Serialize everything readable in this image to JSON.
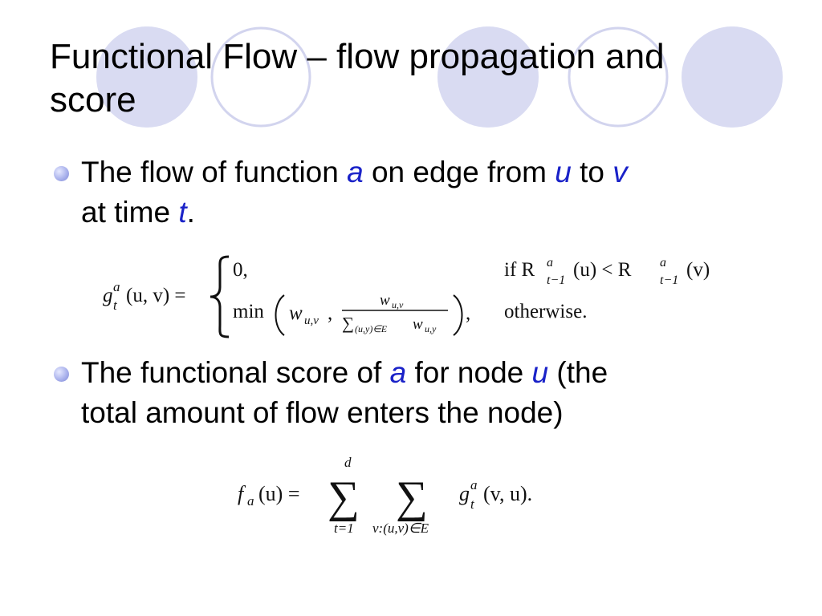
{
  "slide": {
    "title_line1": "Functional Flow – flow propagation and",
    "title_line2": "score"
  },
  "bullet1": {
    "t1": "The flow of function ",
    "a": "a",
    "t2": " on edge from ",
    "u": "u",
    "t3": " to ",
    "v": "v",
    "t4": "at time ",
    "t": "t",
    "t5": "."
  },
  "formula1": {
    "lhs_g": "g",
    "lhs_sup": "a",
    "lhs_sub": "t",
    "lhs_args": "(u, v) =",
    "case1_value": "0,",
    "case1_if": "if R",
    "case1_sup_a": "a",
    "case1_sub": "t−1",
    "case1_mid": "(u) < R",
    "case1_sup_b": "a",
    "case1_sub_b": "t−1",
    "case1_end": "(v)",
    "case2_min": "min",
    "case2_w1": "w",
    "case2_w1_sub": "u,v",
    "case2_comma": ",",
    "case2_num": "w",
    "case2_num_sub": "u,v",
    "case2_den_sum": "∑",
    "case2_den_sub": "(u,y)∈E",
    "case2_den_w": "w",
    "case2_den_w_sub": "u,y",
    "case2_trail": ",",
    "case2_otherwise": "otherwise."
  },
  "bullet2": {
    "t1": "The functional score of ",
    "a": "a",
    "t2": " for node ",
    "u": "u",
    "t3": " (the",
    "t4": "total amount of flow enters the node)"
  },
  "formula2": {
    "lhs_f": "f",
    "lhs_sub": "a",
    "lhs_args": "(u) =",
    "sum1_top": "d",
    "sum1_bottom": "t=1",
    "sum2_bottom": "v:(u,v)∈E",
    "term_g": "g",
    "term_sup": "a",
    "term_sub": "t",
    "term_args": "(v, u)."
  },
  "colors": {
    "accent_circle": "#d9dbf2",
    "circle_outline": "#d2d4ee",
    "variable": "#1a22c8"
  }
}
